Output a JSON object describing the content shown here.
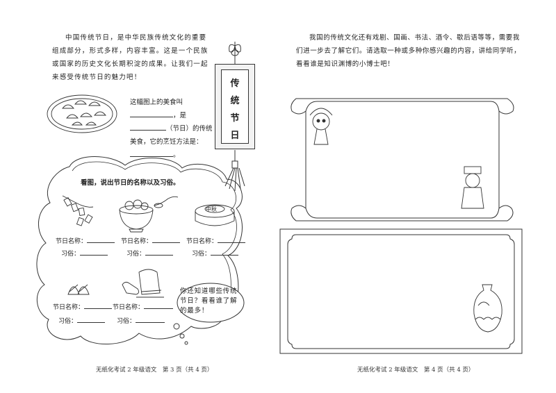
{
  "left_page": {
    "intro": "中国传统节日，是中华民族传统文化的重要组成部分，形式多样，内容丰富。这是一个民族或国家的历史文化长期积淀的成果。让我们一起来感受传统节日的魅力吧！",
    "food_q": {
      "part1": "这幅图上的美食叫",
      "part2": "，是",
      "part3": "（节日）的传统美食，它的烹饪方法是：",
      "part4": "。"
    },
    "title_chars": [
      "传",
      "统",
      "节",
      "日"
    ],
    "cloud_heading": "看图，说出节日的名称以及习俗。",
    "festival_name_label": "节日名称：",
    "custom_label": "习俗：",
    "bubble_text": "你还知道哪些传统节日？看看谁了解的最多！",
    "moon_cake_text": "中秋",
    "footer": "无纸化考试 2 年级语文　第 3 页（共 4 页）"
  },
  "right_page": {
    "intro": "我国的传统文化还有戏剧、国画、书法、酒令、歇后语等等，需要我们进一步去了解它们。请选取一种或多种你感兴趣的内容，讲给同学听，看看谁是知识渊博的小博士吧！",
    "footer": "无纸化考试 2 年级语文　第 4 页（共 4 页）"
  },
  "icons": [
    "dumplings-plate-icon",
    "firecracker-icon",
    "tangyuan-bowl-icon",
    "mooncake-icon",
    "zongzi-icon",
    "cured-meat-icon",
    "opera-figure-icon",
    "scholar-figure-icon",
    "porcelain-vase-icon",
    "chinese-knot-icon"
  ]
}
